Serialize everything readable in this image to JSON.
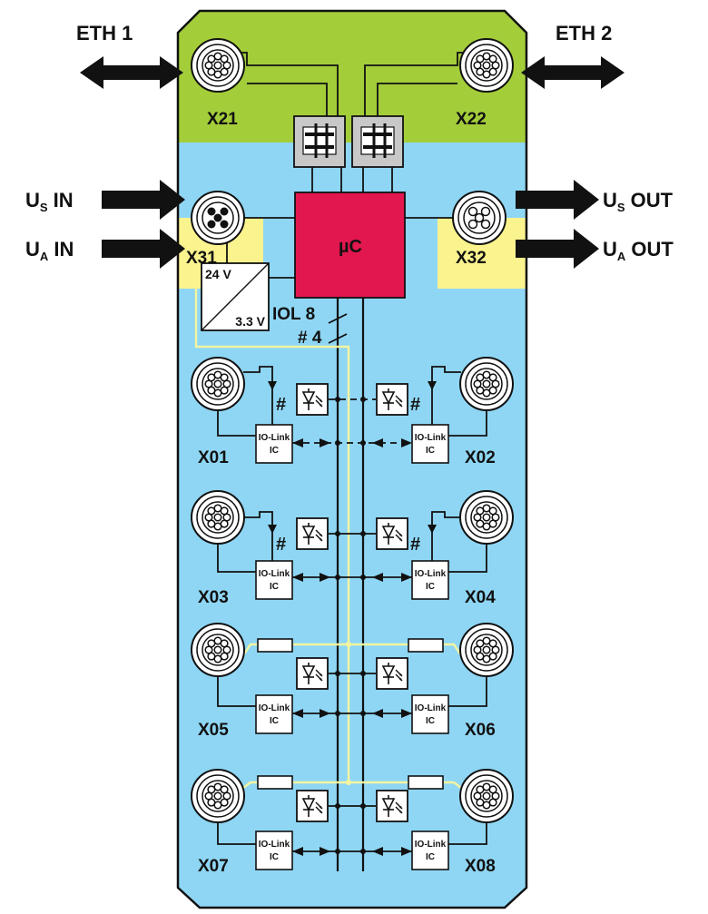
{
  "external": {
    "eth1": "ETH 1",
    "eth2": "ETH 2",
    "us_in_main": "U",
    "us_in_sub": "S",
    "us_in_suffix": " IN",
    "ua_in_main": "U",
    "ua_in_sub": "A",
    "ua_in_suffix": " IN",
    "us_out_main": "U",
    "us_out_sub": "S",
    "us_out_suffix": " OUT",
    "ua_out_main": "U",
    "ua_out_sub": "A",
    "ua_out_suffix": " OUT"
  },
  "ports": {
    "x21": "X21",
    "x22": "X22",
    "x31": "X31",
    "x32": "X32",
    "x01": "X01",
    "x02": "X02",
    "x03": "X03",
    "x04": "X04",
    "x05": "X05",
    "x06": "X06",
    "x07": "X07",
    "x08": "X08"
  },
  "blocks": {
    "microcontroller": "µC",
    "converter_in": "24 V",
    "converter_out": "3.3 V",
    "iol_count": "IOL 8",
    "hash_count": "# 4",
    "hash": "#",
    "iolink_line1": "IO-Link",
    "iolink_line2": "IC"
  },
  "colors": {
    "green": "#a4cd3a",
    "blue": "#8fd6f4",
    "yellow": "#fbf38e",
    "mcu": "#e3174f",
    "switch": "#c8c8c8"
  }
}
